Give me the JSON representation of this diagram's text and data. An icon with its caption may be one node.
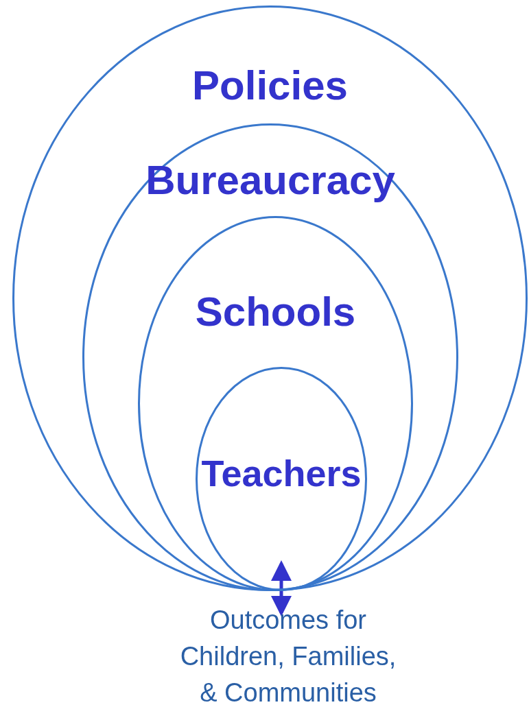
{
  "diagram": {
    "nodes": [
      {
        "text": [
          "Policies"
        ]
      },
      {
        "text": [
          "Bureaucracy"
        ],
        "in": 0
      },
      {
        "text": [
          "Schools"
        ],
        "in": 1
      },
      {
        "text": [
          "Teachers"
        ],
        "in": 2
      },
      {
        "text": [
          "Outcomes for Children, Families, & Communities"
        ]
      }
    ],
    "edges": [
      {
        "from": 3,
        "to": 4,
        "arrow": "both"
      }
    ]
  }
}
